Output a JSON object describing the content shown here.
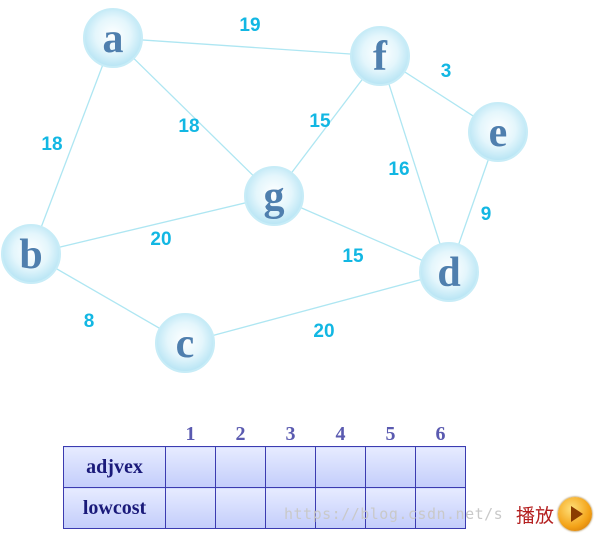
{
  "graph": {
    "nodes": [
      {
        "id": "a"
      },
      {
        "id": "b"
      },
      {
        "id": "c"
      },
      {
        "id": "d"
      },
      {
        "id": "e"
      },
      {
        "id": "f"
      },
      {
        "id": "g"
      }
    ],
    "edges": [
      {
        "from": "a",
        "to": "f",
        "weight": "19"
      },
      {
        "from": "a",
        "to": "b",
        "weight": "18"
      },
      {
        "from": "a",
        "to": "g",
        "weight": "18"
      },
      {
        "from": "f",
        "to": "e",
        "weight": "3"
      },
      {
        "from": "f",
        "to": "g",
        "weight": "15"
      },
      {
        "from": "f",
        "to": "d",
        "weight": "16"
      },
      {
        "from": "e",
        "to": "d",
        "weight": "9"
      },
      {
        "from": "g",
        "to": "b",
        "weight": "20"
      },
      {
        "from": "g",
        "to": "d",
        "weight": "15"
      },
      {
        "from": "b",
        "to": "c",
        "weight": "8"
      },
      {
        "from": "c",
        "to": "d",
        "weight": "20"
      }
    ],
    "colors": {
      "edge": "#aee6f2",
      "weight_text": "#12b7e3",
      "node_text": "#4f7fae"
    }
  },
  "table": {
    "columns": [
      "1",
      "2",
      "3",
      "4",
      "5",
      "6"
    ],
    "rows": [
      {
        "label": "adjvex",
        "values": [
          "",
          "",
          "",
          "",
          "",
          ""
        ]
      },
      {
        "label": "lowcost",
        "values": [
          "",
          "",
          "",
          "",
          "",
          ""
        ]
      }
    ]
  },
  "watermark": "https://blog.csdn.net/s",
  "play": {
    "label": "播放",
    "icon": "play-icon"
  }
}
